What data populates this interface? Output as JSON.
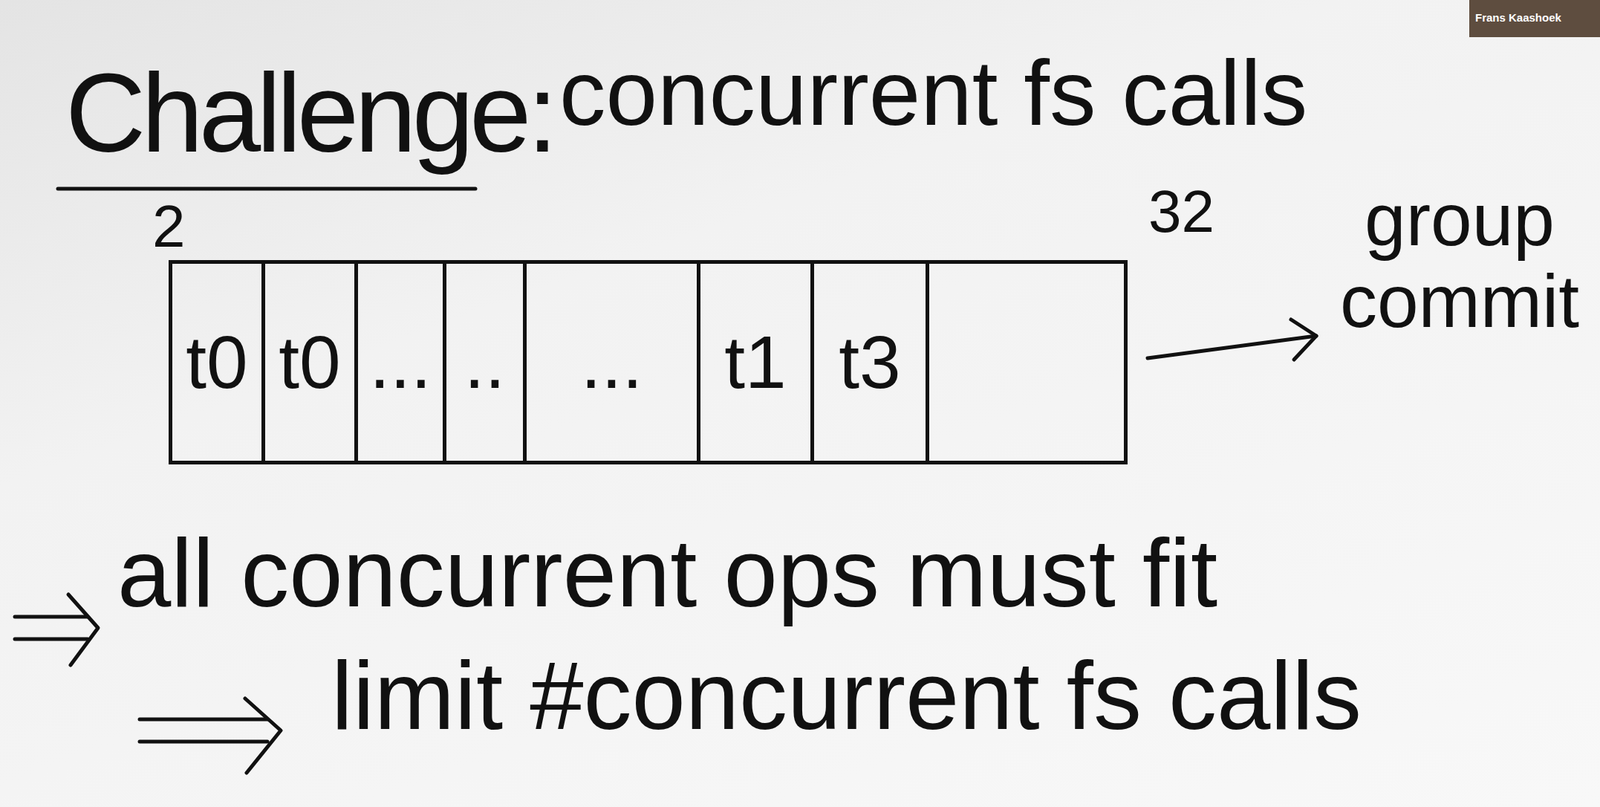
{
  "diagram": {
    "title": "Challenge:",
    "nodes": [
      {
        "text": [
          "t0"
        ]
      },
      {
        "text": [
          "t0"
        ]
      },
      {
        "text": [
          "..."
        ]
      },
      {
        "text": [
          ".."
        ]
      },
      {
        "text": [
          "..."
        ]
      },
      {
        "text": [
          "t1"
        ]
      },
      {
        "text": [
          "t3"
        ]
      }
    ],
    "labels": [
      "Frans Kaashoek",
      "concurrent fs calls",
      "2",
      "32",
      "group commit",
      "all concurrent ops must fit",
      "limit #concurrent fs calls"
    ]
  }
}
